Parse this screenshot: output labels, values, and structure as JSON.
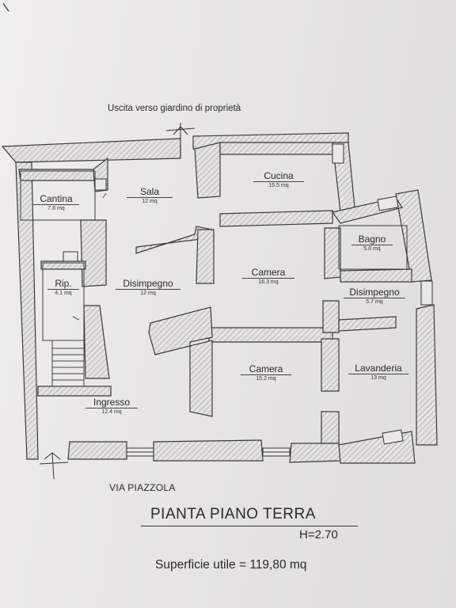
{
  "header": {
    "exit_label": "Uscita verso giardino di proprietà",
    "corner_mark": "\\"
  },
  "rooms": {
    "cantina": {
      "name": "Cantina",
      "area": "7.8 mq"
    },
    "sala": {
      "name": "Sala",
      "area": "12 mq"
    },
    "cucina": {
      "name": "Cucina",
      "area": "15.5 mq"
    },
    "bagno": {
      "name": "Bagno",
      "area": "5.8 mq"
    },
    "rip": {
      "name": "Rip.",
      "area": "4.1 mq"
    },
    "disimpegno1": {
      "name": "Disimpegno",
      "area": "12 mq"
    },
    "camera1": {
      "name": "Camera",
      "area": "16.3 mq"
    },
    "disimpegno2": {
      "name": "Disimpegno",
      "area": "5.7 mq"
    },
    "camera2": {
      "name": "Camera",
      "area": "15.2 mq"
    },
    "lavanderia": {
      "name": "Lavanderia",
      "area": "13 mq"
    },
    "ingresso": {
      "name": "Ingresso",
      "area": "12.4 mq"
    }
  },
  "footer": {
    "street": "VIA PIAZZOLA",
    "title": "PIANTA PIANO TERRA",
    "height": "H=2.70",
    "surface": "Superficie utile = 119,80 mq"
  }
}
